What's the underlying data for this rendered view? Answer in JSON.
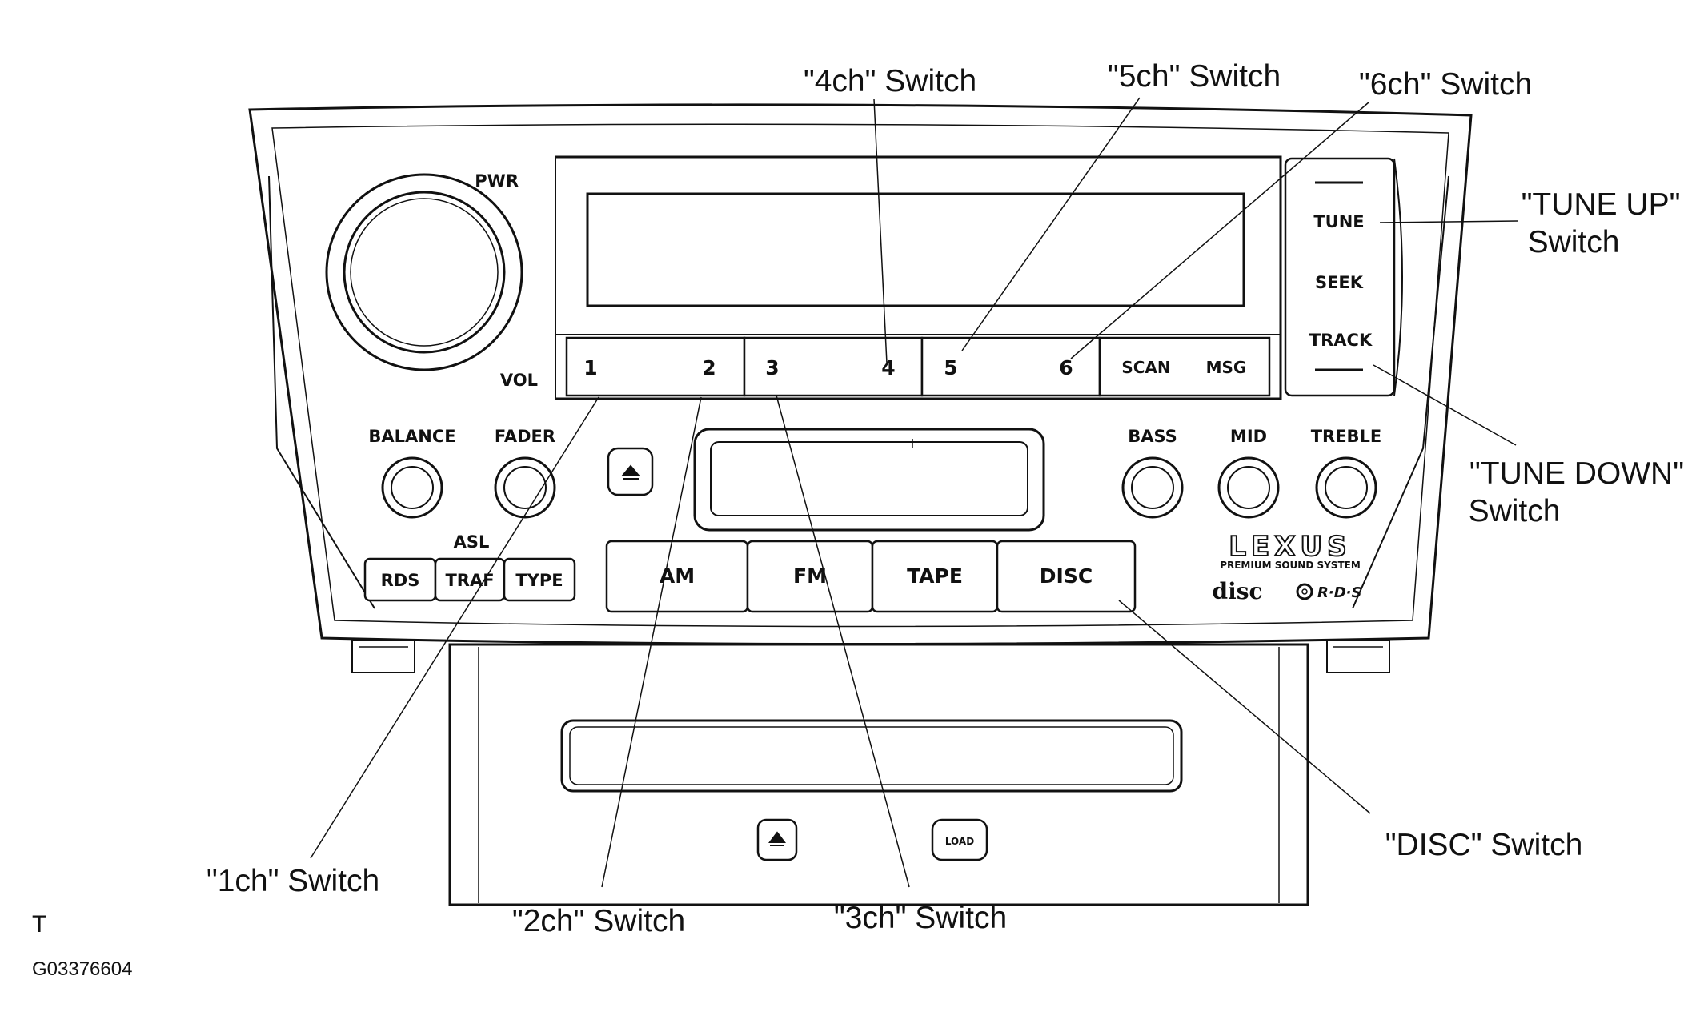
{
  "callouts": {
    "ch1": "\"1ch\" Switch",
    "ch2": "\"2ch\" Switch",
    "ch3": "\"3ch\" Switch",
    "ch4": "\"4ch\" Switch",
    "ch5": "\"5ch\" Switch",
    "ch6": "\"6ch\" Switch",
    "tune_up_line1": "\"TUNE UP\"",
    "tune_up_line2": "Switch",
    "tune_down_line1": "\"TUNE DOWN\"",
    "tune_down_line2": "Switch",
    "disc": "\"DISC\" Switch"
  },
  "panel": {
    "pwr": "PWR",
    "vol": "VOL",
    "tune": "TUNE",
    "seek": "SEEK",
    "track": "TRACK",
    "presets": [
      "1",
      "2",
      "3",
      "4",
      "5",
      "6"
    ],
    "scan": "SCAN",
    "msg": "MSG",
    "balance": "BALANCE",
    "fader": "FADER",
    "bass": "BASS",
    "mid": "MID",
    "treble": "TREBLE",
    "asl": "ASL",
    "rds": "RDS",
    "traf": "TRAF",
    "type": "TYPE",
    "am": "AM",
    "fm": "FM",
    "tape": "TAPE",
    "disc": "DISC",
    "load": "LOAD",
    "brand": "LEXUS",
    "brand_sub": "PREMIUM  SOUND  SYSTEM",
    "disc_logo": "disc",
    "rds_logo": "R·D·S"
  },
  "footer": {
    "marker": "T",
    "figure_code": "G03376604"
  }
}
